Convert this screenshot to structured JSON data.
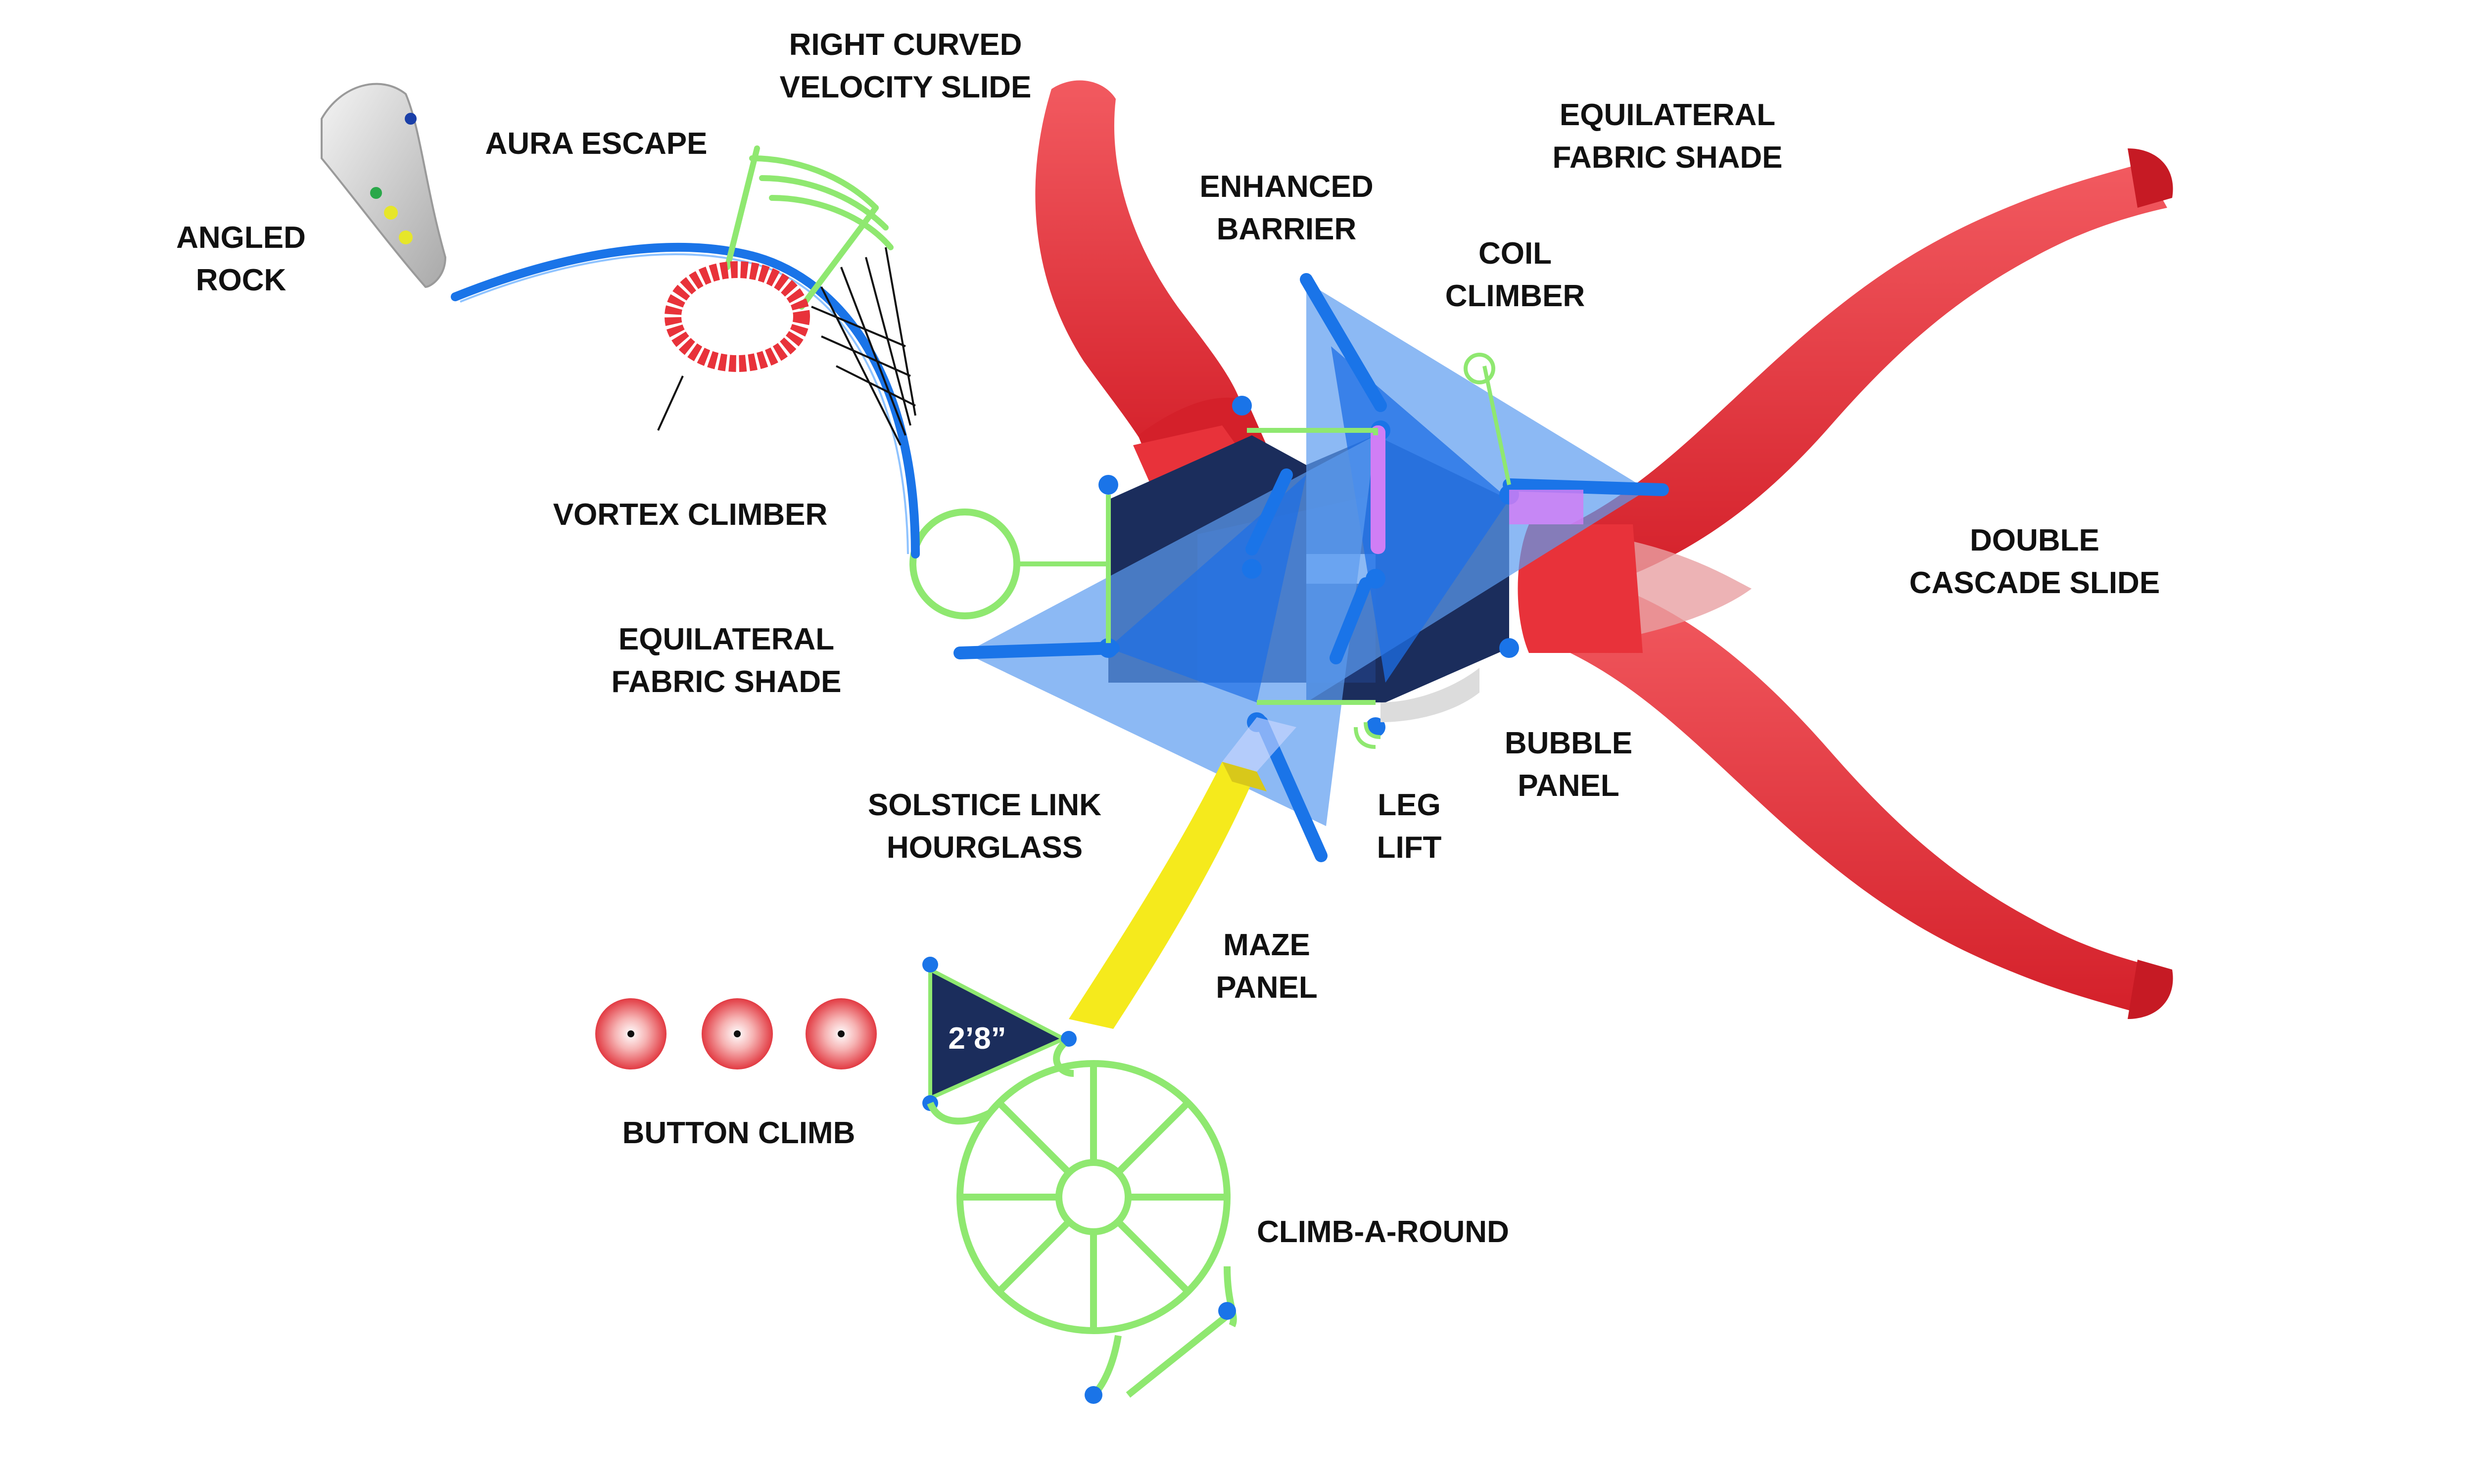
{
  "labels": {
    "right_curved_velocity_slide": [
      "RIGHT CURVED",
      "VELOCITY SLIDE"
    ],
    "aura_escape": [
      "AURA ESCAPE"
    ],
    "angled_rock": [
      "ANGLED",
      "ROCK"
    ],
    "equilateral_fabric_shade_top": [
      "EQUILATERAL",
      "FABRIC SHADE"
    ],
    "enhanced_barrier": [
      "ENHANCED",
      "BARRIER"
    ],
    "coil_climber": [
      "COIL",
      "CLIMBER"
    ],
    "vortex_climber": [
      "VORTEX CLIMBER"
    ],
    "double_cascade_slide": [
      "DOUBLE",
      "CASCADE SLIDE"
    ],
    "equilateral_fabric_shade_left": [
      "EQUILATERAL",
      "FABRIC SHADE"
    ],
    "bubble_panel": [
      "BUBBLE",
      "PANEL"
    ],
    "solstice_link_hourglass": [
      "SOLSTICE LINK",
      "HOURGLASS"
    ],
    "leg_lift": [
      "LEG",
      "LIFT"
    ],
    "maze_panel": [
      "MAZE",
      "PANEL"
    ],
    "button_climb": [
      "BUTTON CLIMB"
    ],
    "climb_a_round": [
      "CLIMB-A-ROUND"
    ]
  },
  "deck_height": "2’8”",
  "colors": {
    "slide_red": "#e8323a",
    "deck_navy": "#1b2d5c",
    "frame_blue": "#1a74e8",
    "shade_blue": "#5b9bf0",
    "climber_green": "#8fe870",
    "maze_yellow": "#f5ea1c",
    "accent_purple": "#d07ef5"
  }
}
